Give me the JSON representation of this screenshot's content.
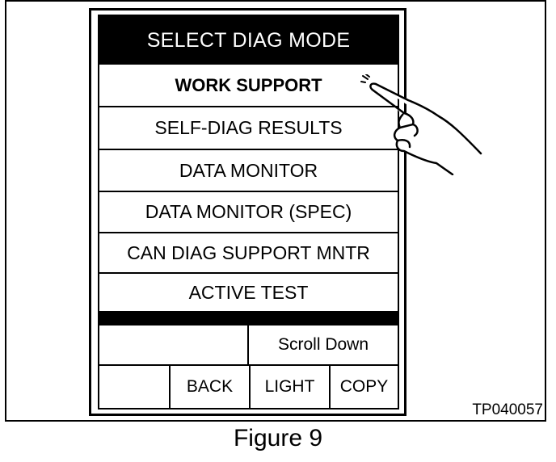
{
  "screen": {
    "title": "SELECT DIAG MODE",
    "menu_items": [
      {
        "label": "WORK SUPPORT"
      },
      {
        "label": "SELF-DIAG RESULTS"
      },
      {
        "label": "DATA MONITOR"
      },
      {
        "label": "DATA MONITOR (SPEC)"
      },
      {
        "label": "CAN DIAG SUPPORT MNTR"
      },
      {
        "label": "ACTIVE TEST"
      }
    ],
    "scroll_down_label": "Scroll Down",
    "bottom_buttons": {
      "back_label": "BACK",
      "light_label": "LIGHT",
      "copy_label": "COPY"
    }
  },
  "figure": {
    "code": "TP040057",
    "caption": "Figure 9"
  },
  "icons": {
    "pointer": "pointing-hand-icon"
  }
}
